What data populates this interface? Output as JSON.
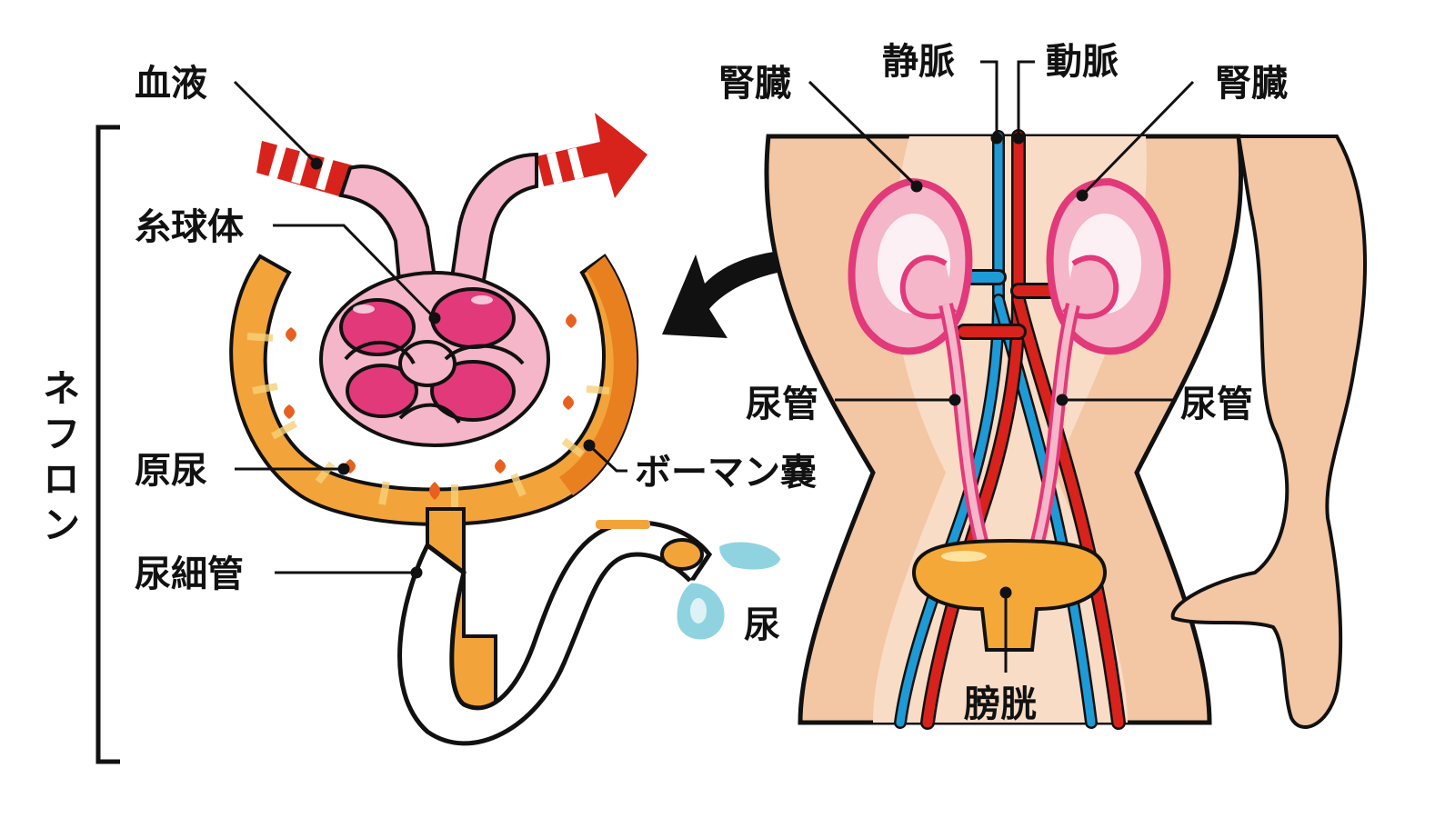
{
  "labels": {
    "blood": "血液",
    "glomerulus": "糸球体",
    "primary_urine": "原尿",
    "bowman": "ボーマン嚢",
    "tubule": "尿細管",
    "urine": "尿",
    "nephron": "ネフロン",
    "kidney_left": "腎臓",
    "kidney_right": "腎臓",
    "vein": "静脈",
    "artery": "動脈",
    "ureter_left": "尿管",
    "ureter_right": "尿管",
    "bladder": "膀胱"
  },
  "colors": {
    "skin": "#f3c6a4",
    "skin_light": "#f9dcc6",
    "kidney": "#f4b6c8",
    "kidney_outline": "#e2397a",
    "vein": "#1e9ad6",
    "artery": "#d8221c",
    "bowman": "#f2a43a",
    "bowman_dark": "#e8801f",
    "bladder": "#f4a838",
    "droplet": "#8fd3e0"
  }
}
